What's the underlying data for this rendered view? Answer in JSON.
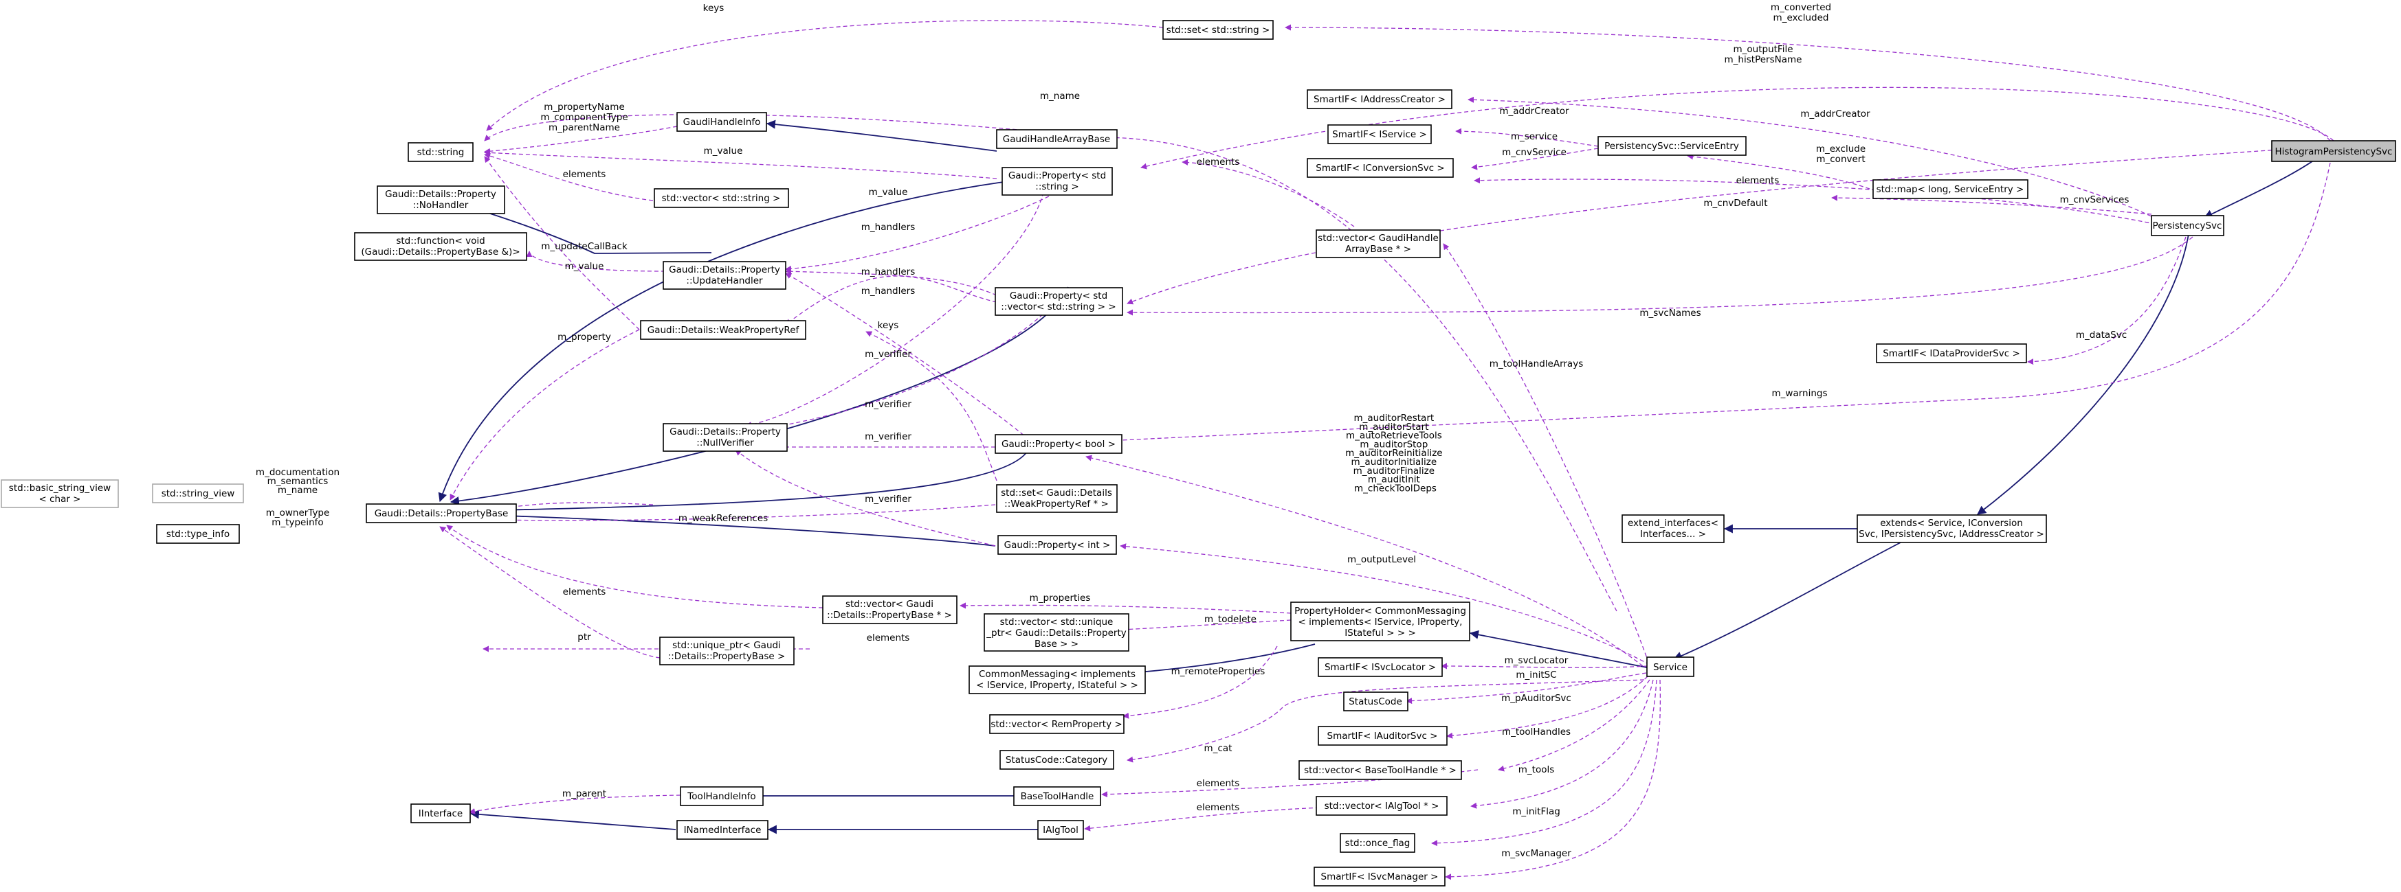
{
  "nodes": {
    "histogram_persistency_svc": "HistogramPersistencySvc",
    "persistency_svc": "PersistencySvc",
    "extends": [
      "extends< Service, IConversion",
      "Svc, IPersistencySvc, IAddressCreator >"
    ],
    "extend_interfaces": [
      "extend_interfaces<",
      "Interfaces... >"
    ],
    "service": "Service",
    "property_holder": [
      "PropertyHolder< CommonMessaging",
      "< implements< IService, IProperty,",
      "IStateful > > >"
    ],
    "common_messaging": [
      "CommonMessaging< implements",
      "< IService, IProperty, IStateful > >"
    ],
    "set_string": "std::set< std::string >",
    "smartif_iaddresscreator": "SmartIF< IAddressCreator >",
    "smartif_iservice": "SmartIF< IService >",
    "smartif_iconversionsvc": "SmartIF< IConversionSvc >",
    "service_entry": "PersistencySvc::ServiceEntry",
    "map_long_serviceentry": "std::map< long, ServiceEntry >",
    "smartif_idataprovidersvc": "SmartIF< IDataProviderSvc >",
    "std_string": "std::string",
    "gaudi_handle_info": "GaudiHandleInfo",
    "gaudi_handle_array_base": "GaudiHandleArrayBase",
    "property_string": [
      "Gaudi::Property< std",
      "::string >"
    ],
    "vector_string": "std::vector< std::string >",
    "no_handler": [
      "Gaudi::Details::Property",
      "::NoHandler"
    ],
    "std_function": [
      "std::function< void",
      "(Gaudi::Details::PropertyBase &)>"
    ],
    "update_handler": [
      "Gaudi::Details::Property",
      "::UpdateHandler"
    ],
    "vector_gaudihandle_arraybase": [
      "std::vector< GaudiHandle",
      "ArrayBase * >"
    ],
    "property_vector_string": [
      "Gaudi::Property< std",
      "::vector< std::string > >"
    ],
    "weak_property_ref": "Gaudi::Details::WeakPropertyRef",
    "null_verifier": [
      "Gaudi::Details::Property",
      "::NullVerifier"
    ],
    "property_bool": "Gaudi::Property< bool >",
    "basic_string_view": [
      "std::basic_string_view",
      "< char >"
    ],
    "string_view": "std::string_view",
    "property_base": "Gaudi::Details::PropertyBase",
    "set_weakpropertyref": [
      "std::set< Gaudi::Details",
      "::WeakPropertyRef * >"
    ],
    "type_info": "std::type_info",
    "property_int": "Gaudi::Property< int >",
    "vector_propertybase_ptr": [
      "std::vector< Gaudi",
      "::Details::PropertyBase * >"
    ],
    "vector_unique_ptr": [
      "std::vector< std::unique",
      "_ptr< Gaudi::Details::Property",
      "Base > >"
    ],
    "unique_ptr_propertybase": [
      "std::unique_ptr< Gaudi",
      "::Details::PropertyBase >"
    ],
    "vector_remproperty": "std::vector< RemProperty >",
    "statuscode_category": "StatusCode::Category",
    "smartif_isvclocator": "SmartIF< ISvcLocator >",
    "statuscode": "StatusCode",
    "smartif_iauditorsvc": "SmartIF< IAuditorSvc >",
    "vector_basetoolhandle": "std::vector< BaseToolHandle * >",
    "vector_ialgtool": "std::vector< IAlgTool * >",
    "once_flag": "std::once_flag",
    "smartif_isvcmanager": "SmartIF< ISvcManager >",
    "interface": "IInterface",
    "tool_handle_info": "ToolHandleInfo",
    "inamed_interface": "INamedInterface",
    "base_tool_handle": "BaseToolHandle",
    "ialgtool": "IAlgTool"
  },
  "edge_labels": {
    "keys_top": "keys",
    "m_converted": [
      "m_converted",
      "m_excluded"
    ],
    "m_outputfile": [
      "m_outputFile",
      "m_histPersName"
    ],
    "m_name": "m_name",
    "m_propertyname": [
      "m_propertyName",
      "m_componentType",
      "m_parentName"
    ],
    "m_value_a": "m_value",
    "elements_str": "elements",
    "m_updatecallback": "m_updateCallBack",
    "m_value_b": "m_value",
    "m_property": "m_property",
    "m_value_c": "m_value",
    "m_handlers_a": "m_handlers",
    "m_handlers_b": "m_handlers",
    "m_handlers_c": "m_handlers",
    "keys_mid": "keys",
    "m_verifier_a": "m_verifier",
    "m_verifier_b": "m_verifier",
    "m_verifier_c": "m_verifier",
    "m_verifier_d": "m_verifier",
    "elements_gh": "elements",
    "m_addrcreator_a": "m_addrCreator",
    "m_service": "m_service",
    "m_cnvservice": "m_cnvService",
    "m_addrcreator_b": "m_addrCreator",
    "m_exclude": [
      "m_exclude",
      "m_convert"
    ],
    "elements_se": "elements",
    "m_cnvdefault": "m_cnvDefault",
    "m_cnvservices": "m_cnvServices",
    "m_svcnames": "m_svcNames",
    "m_datasvc": "m_dataSvc",
    "m_toolhandlearrays": "m_toolHandleArrays",
    "m_warnings": "m_warnings",
    "m_auditors": [
      "m_auditorRestart",
      "m_auditorStart",
      "m_autoRetrieveTools",
      "m_auditorStop",
      "m_auditorReinitialize",
      "m_auditorInitialize",
      "m_auditorFinalize",
      "m_auditInit",
      "m_checkToolDeps"
    ],
    "m_documentation": [
      "m_documentation",
      "m_semantics",
      "m_name"
    ],
    "m_ownertype": [
      "m_ownerType",
      "m_typeinfo"
    ],
    "m_weakreferences": "m_weakReferences",
    "m_outputlevel": "m_outputLevel",
    "elements_pb": "elements",
    "m_properties": "m_properties",
    "m_todelete": "m_todelete",
    "elements_up": "elements",
    "ptr": "ptr",
    "m_remoteproperties": "m_remoteProperties",
    "m_svclocator": "m_svcLocator",
    "m_initsc": "m_initSC",
    "m_pauditorsvc": "m_pAuditorSvc",
    "m_cat": "m_cat",
    "m_toolhandles": "m_toolHandles",
    "elements_bth": "elements",
    "m_tools": "m_tools",
    "elements_ialg": "elements",
    "m_initflag": "m_initFlag",
    "m_parent": "m_parent",
    "m_svcmanager": "m_svcManager"
  },
  "colors": {
    "usage_edge": "#9a32cd",
    "inheritance_edge": "#191970",
    "focus_fill": "#c0c0c0"
  }
}
